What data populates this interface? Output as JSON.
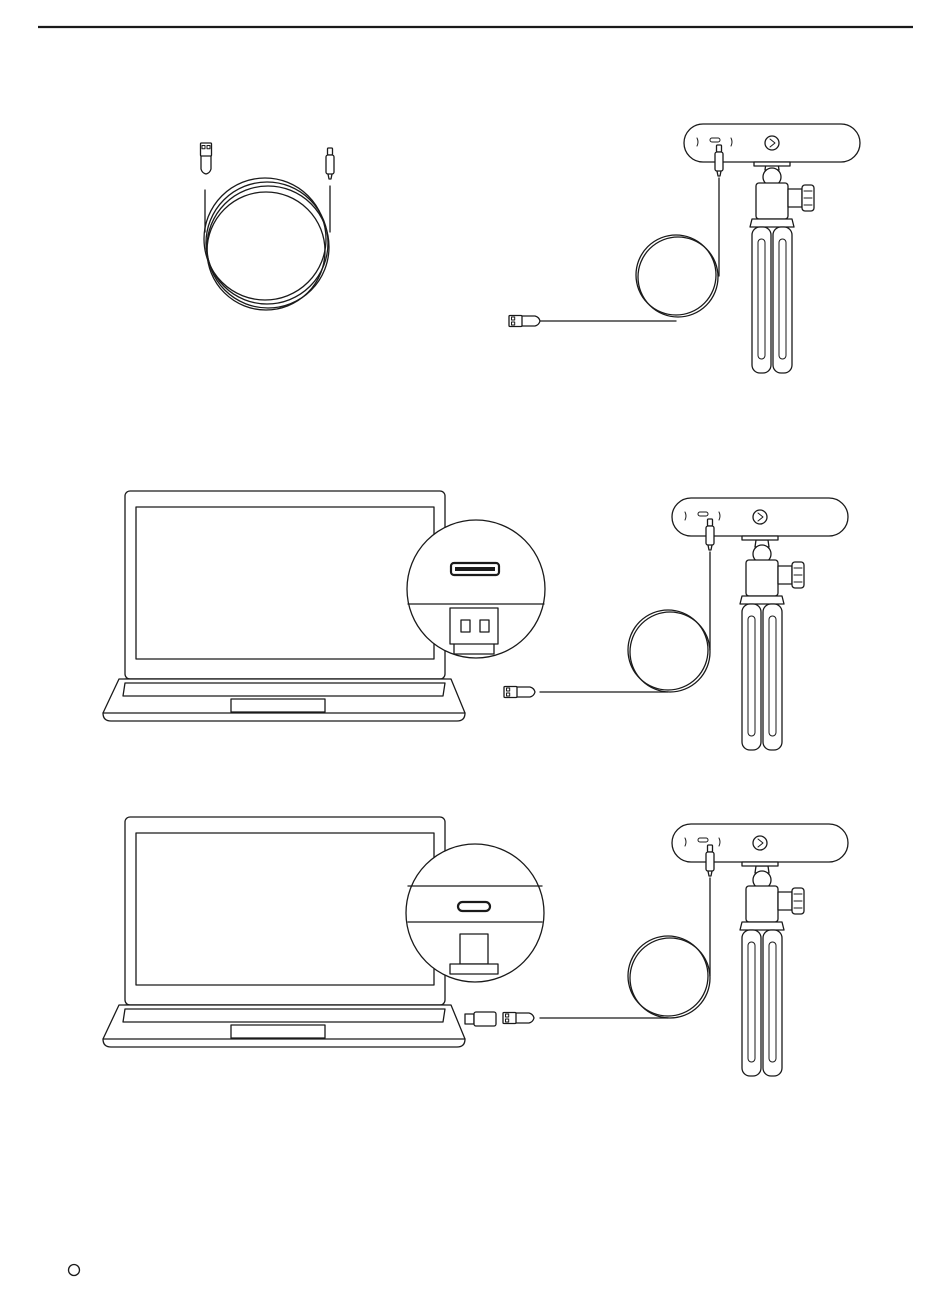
{
  "page": {
    "background": "#ffffff",
    "line_color": "#1a1a1a"
  },
  "panels": [
    {
      "name": "contents",
      "items": [
        "usb-a-to-usb-c-cable",
        "3d-scanner-on-tripod"
      ],
      "icons": [
        "usb-a-plug-icon",
        "usb-c-plug-icon",
        "cable-coil-icon",
        "scanner-icon",
        "tripod-icon"
      ]
    },
    {
      "name": "usb-a-connection",
      "items": [
        "laptop",
        "usb-a-port-magnifier",
        "3d-scanner-on-tripod"
      ],
      "port": "usb-a"
    },
    {
      "name": "usb-c-connection",
      "items": [
        "laptop",
        "usb-c-port-magnifier",
        "usb-c-adapter",
        "3d-scanner-on-tripod"
      ],
      "port": "usb-c"
    }
  ],
  "footer": {
    "page_marker_icon": "circle-icon"
  }
}
